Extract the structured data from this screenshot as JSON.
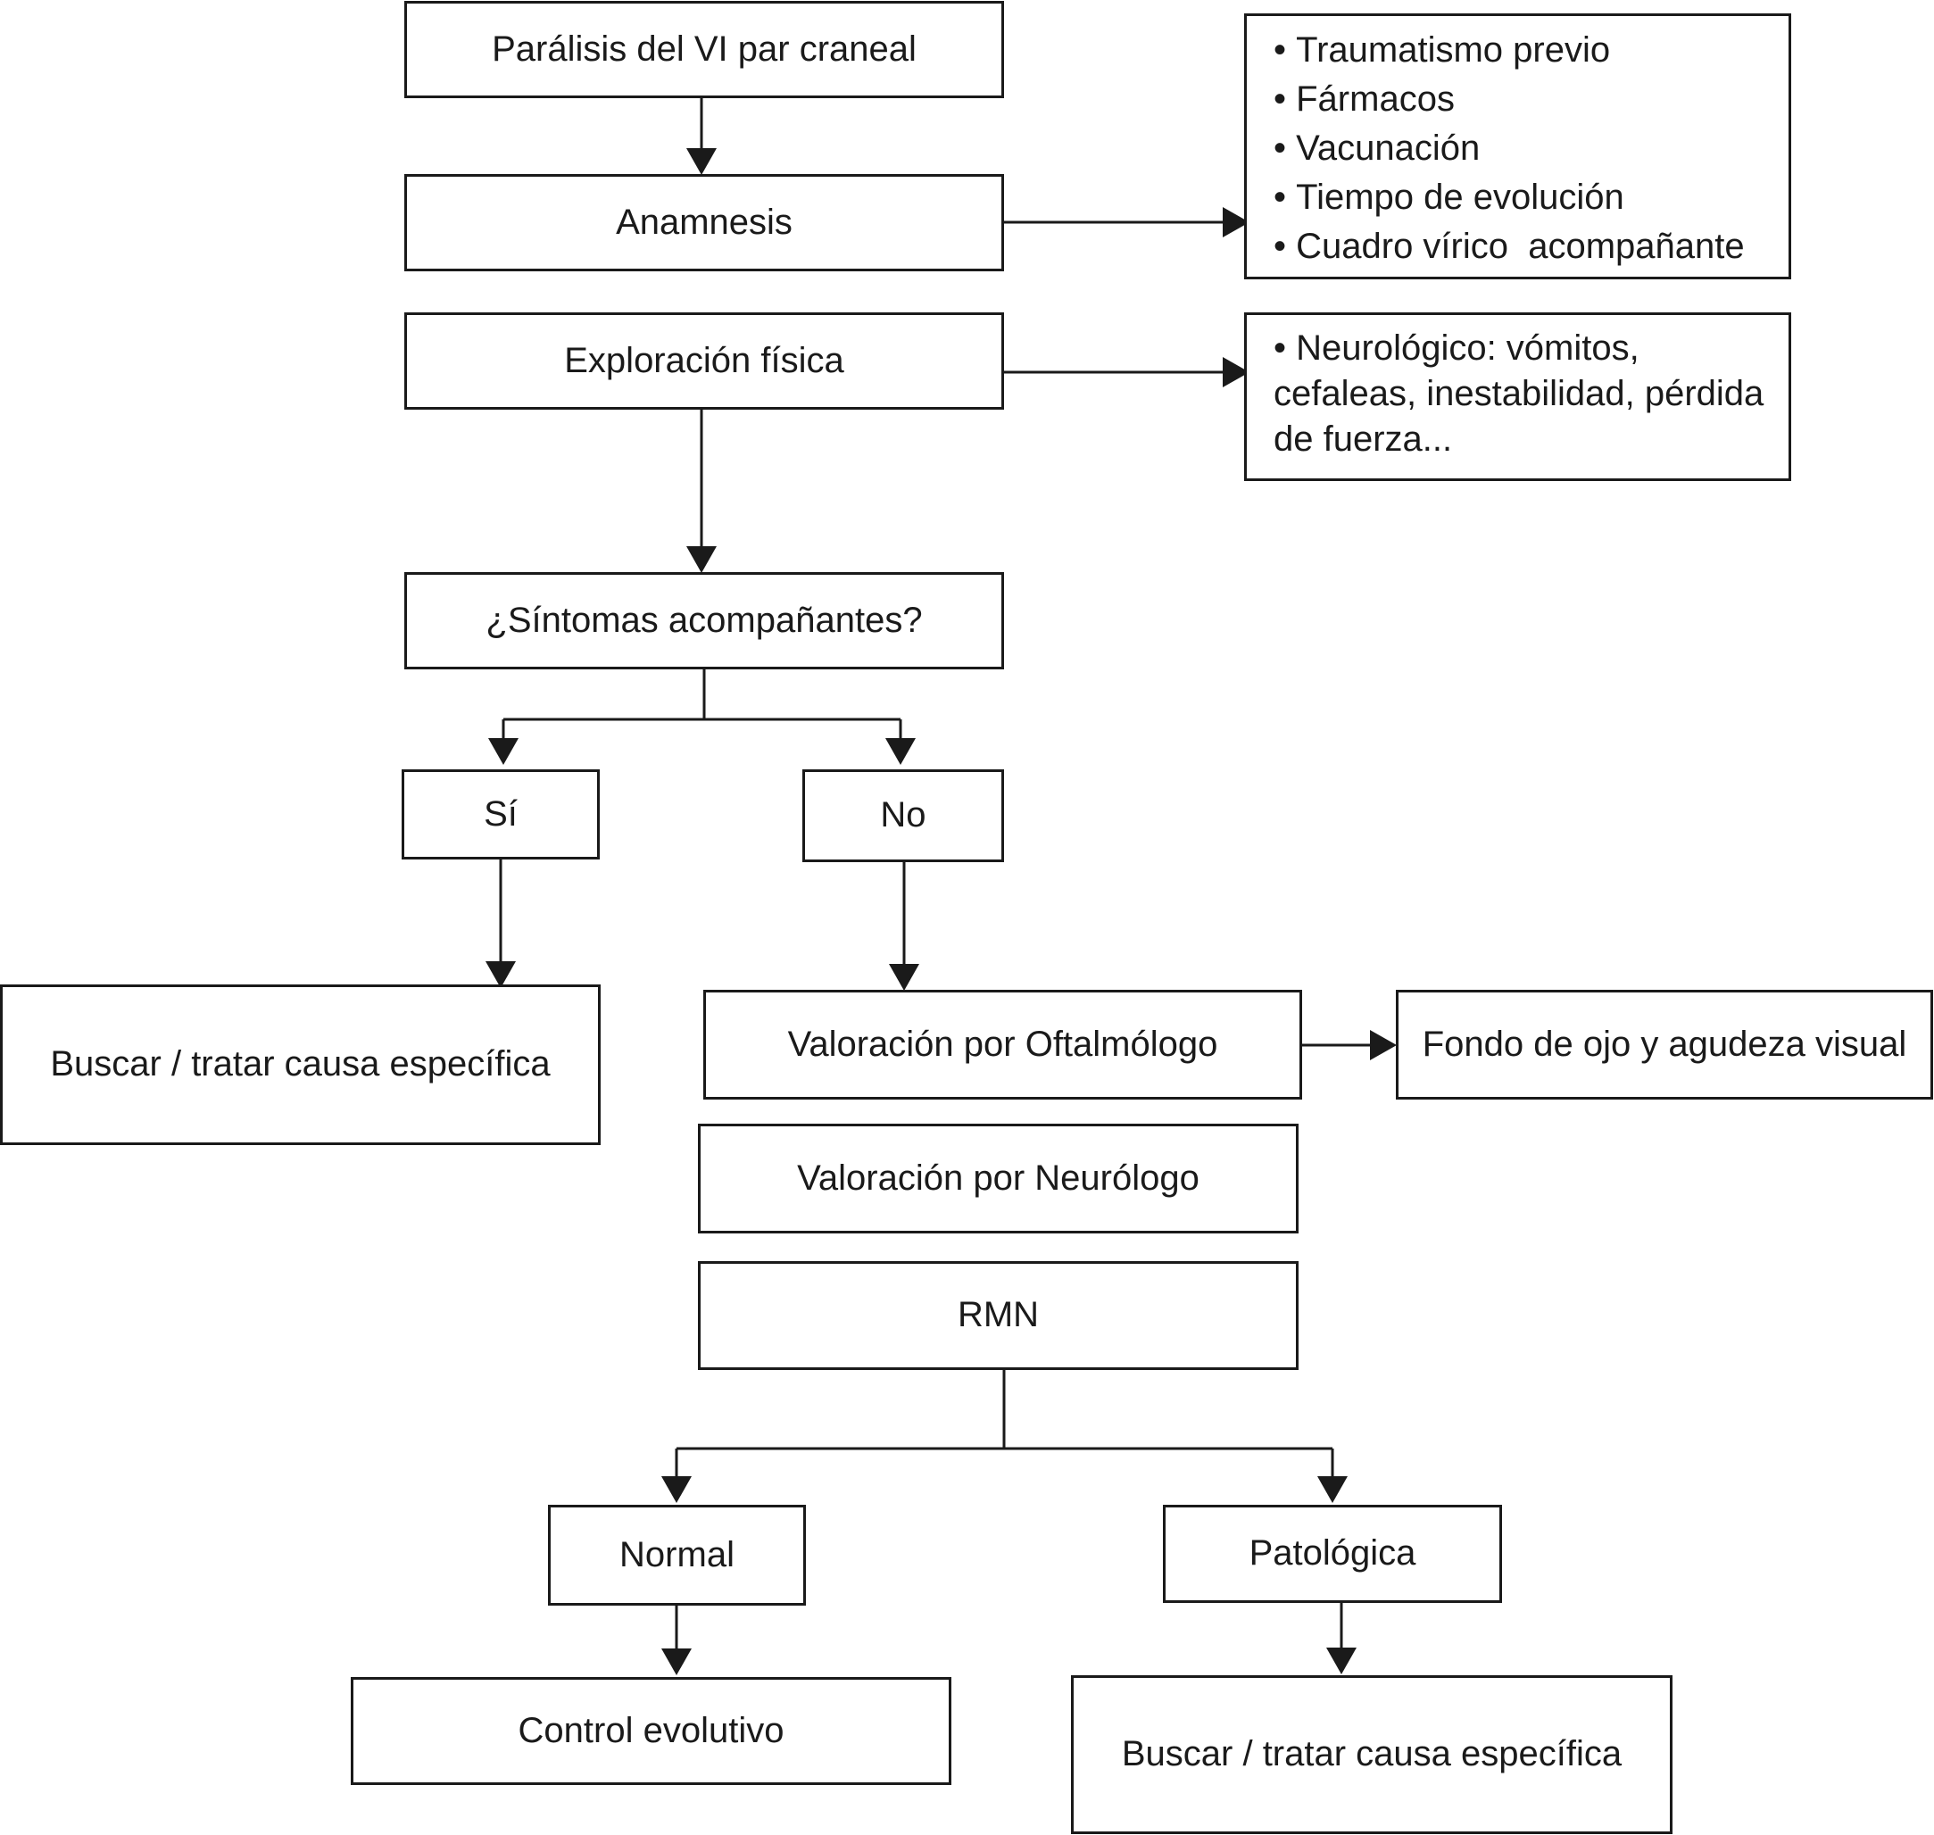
{
  "nodes": {
    "start": "Parálisis del VI par craneal",
    "anamnesis": "Anamnesis",
    "anamnesis_details": [
      "Traumatismo previo",
      "Fármacos",
      "Vacunación",
      "Tiempo de evolución",
      "Cuadro vírico  acompañante"
    ],
    "exploracion": "Exploración física",
    "exploracion_details": "• Neurológico: vómitos, cefaleas, inestabilidad, pérdida de fuerza...",
    "question": "¿Síntomas acompañantes?",
    "yes": "Sí",
    "no": "No",
    "yes_action": "Buscar / tratar causa específica",
    "oftalmologo": "Valoración por Oftalmólogo",
    "oftalmologo_details": "Fondo de ojo y agudeza visual",
    "neurologo": "Valoración por Neurólogo",
    "rmn": "RMN",
    "normal": "Normal",
    "patologica": "Patológica",
    "control": "Control evolutivo",
    "patologica_action": "Buscar / tratar causa específica"
  }
}
